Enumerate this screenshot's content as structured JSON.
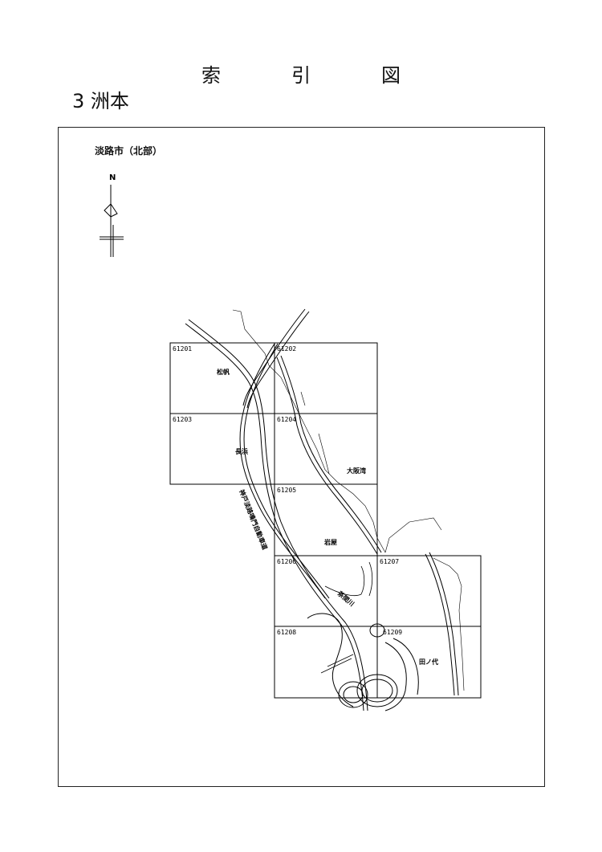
{
  "title_chars": [
    "索",
    "引",
    "図"
  ],
  "subtitle": "3 洲本",
  "region_label": "淡路市（北部）",
  "north_label": "N",
  "sheets": [
    {
      "id": "61201"
    },
    {
      "id": "61202"
    },
    {
      "id": "61203"
    },
    {
      "id": "61204"
    },
    {
      "id": "61205"
    },
    {
      "id": "61206"
    },
    {
      "id": "61207"
    },
    {
      "id": "61208"
    },
    {
      "id": "61209"
    }
  ],
  "places": {
    "matsuho": "松帆",
    "nagahama": "長浜",
    "osaka_bay": "大阪湾",
    "iwaya": "岩屋",
    "chayagawa": "茶間川",
    "tanoshiro": "田ノ代",
    "expressway": "神戸淡路鳴門自動車道"
  }
}
